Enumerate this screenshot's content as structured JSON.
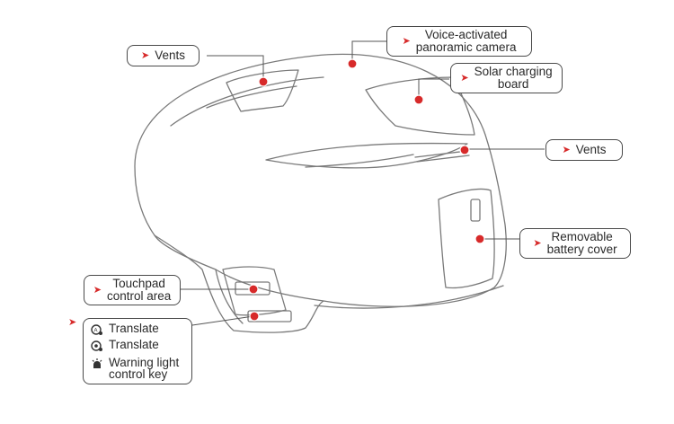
{
  "callouts": {
    "vents_left": "Vents",
    "camera": "Voice-activated\npanoramic camera",
    "solar": "Solar charging\nboard",
    "vents_right": "Vents",
    "battery": "Removable\nbattery cover",
    "touchpad": "Touchpad\ncontrol area"
  },
  "keys": [
    {
      "label": "Translate",
      "icon": "translate-a-icon"
    },
    {
      "label": "Translate",
      "icon": "translate-b-icon"
    },
    {
      "label": "Warning light\ncontrol key",
      "icon": "warning-light-icon"
    }
  ],
  "colors": {
    "marker": "#d72a2a",
    "line": "#555555",
    "outline": "#4a4a4a"
  }
}
